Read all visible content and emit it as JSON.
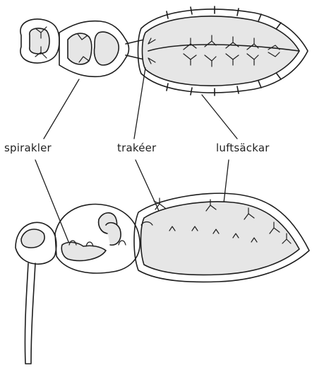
{
  "labels": {
    "spiracles": "spirakler",
    "tracheae": "trakéer",
    "air_sacs": "luftsäckar"
  },
  "colors": {
    "outline": "#1e1e1e",
    "sac_fill": "#e6e6e6",
    "background": "#ffffff"
  }
}
